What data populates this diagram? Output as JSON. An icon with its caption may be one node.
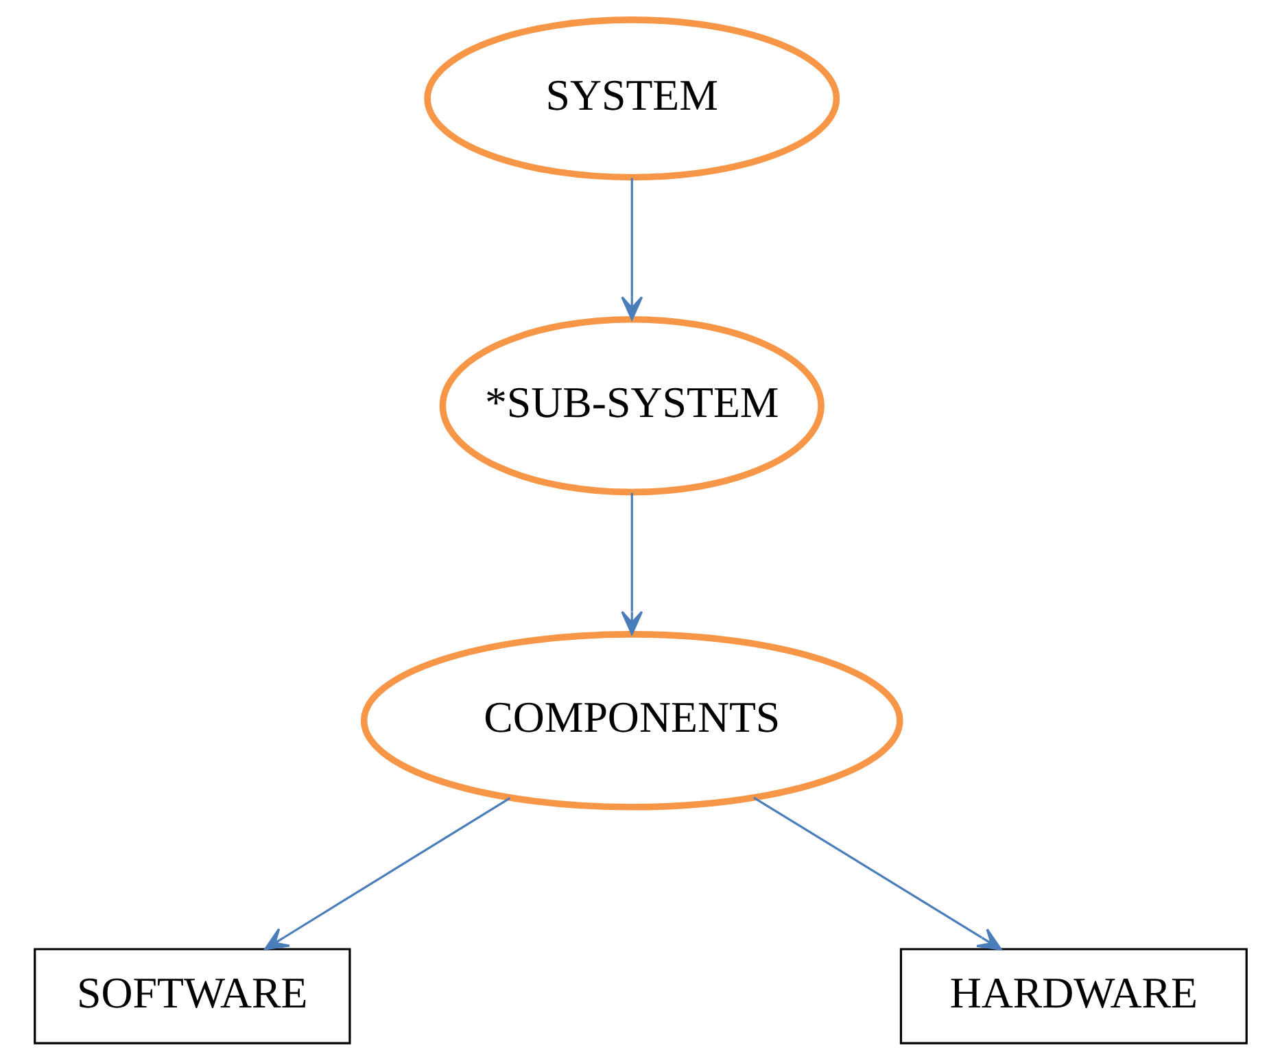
{
  "diagram": {
    "nodes": [
      {
        "text": [
          "SYSTEM"
        ]
      },
      {
        "text": [
          "*SUB-SYSTEM"
        ]
      },
      {
        "text": [
          "COMPONENTS"
        ]
      },
      {
        "text": [
          "SOFTWARE"
        ]
      },
      {
        "text": [
          "HARDWARE"
        ]
      }
    ],
    "edges": [
      {
        "from": 0,
        "to": 1,
        "arrow": "to"
      },
      {
        "from": 1,
        "to": 2,
        "arrow": "to"
      },
      {
        "from": 2,
        "to": 3,
        "arrow": "to"
      },
      {
        "from": 2,
        "to": 4,
        "arrow": "to"
      }
    ]
  }
}
